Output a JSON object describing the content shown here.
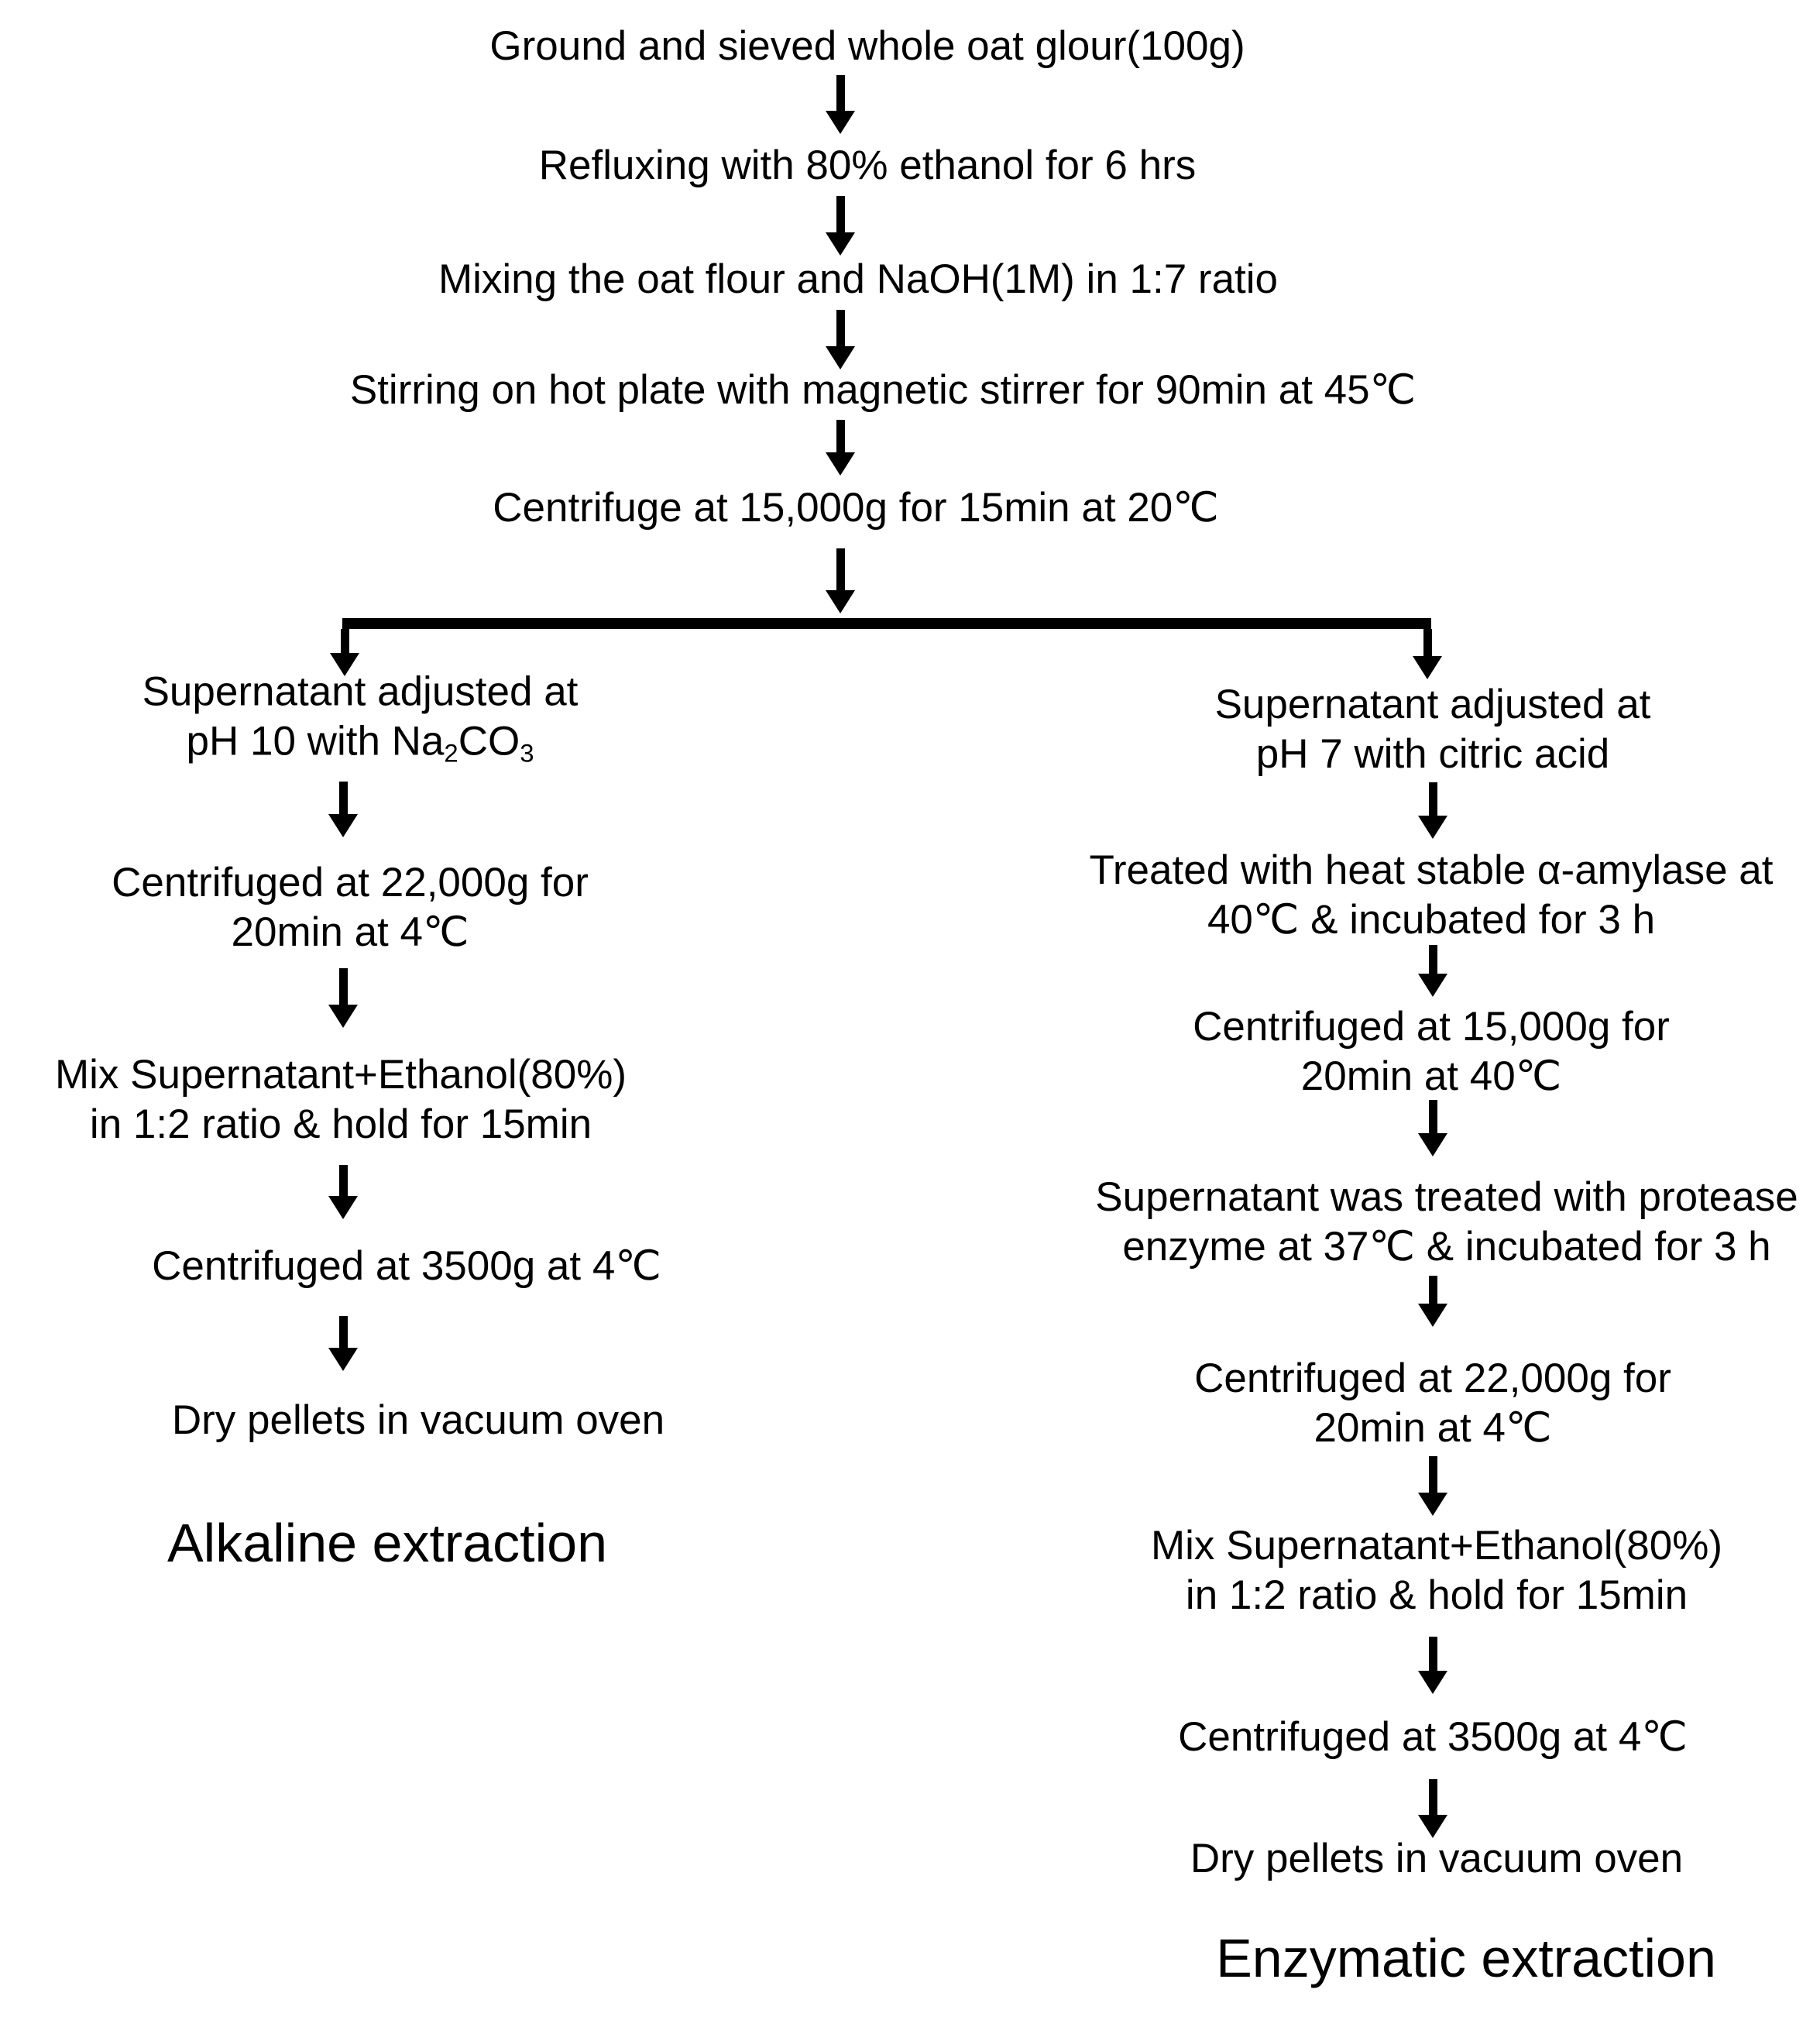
{
  "colors": {
    "ink": "#000000",
    "background": "#ffffff"
  },
  "flow": {
    "common": {
      "step1": "Ground and sieved whole oat glour(100g)",
      "step2": "Refluxing with 80% ethanol for 6 hrs",
      "step3": "Mixing the oat flour and NaOH(1M) in 1:7 ratio",
      "step4": "Stirring on hot plate with magnetic stirrer for 90min at 45℃",
      "step5": "Centrifuge at 15,000g for 15min at 20℃"
    },
    "alkaline": {
      "step1_line1": "Supernatant adjusted at",
      "step1_line2": {
        "p1": "pH 10 with Na",
        "s1": "2",
        "p2": "CO",
        "s2": "3"
      },
      "step2_line1": "Centrifuged at 22,000g for",
      "step2_line2": "20min at 4℃",
      "step3_line1": "Mix Supernatant+Ethanol(80%)",
      "step3_line2": "in 1:2 ratio & hold for 15min",
      "step4": "Centrifuged at 3500g at 4℃",
      "step5": "Dry pellets in vacuum oven",
      "title": "Alkaline extraction"
    },
    "enzymatic": {
      "step1_line1": "Supernatant adjusted at",
      "step1_line2": "pH 7 with citric acid",
      "step2_line1": "Treated with heat stable α-amylase at",
      "step2_line2": "40℃ & incubated for 3 h",
      "step3_line1": "Centrifuged at 15,000g for",
      "step3_line2": "20min  at 40℃",
      "step4_line1": "Supernatant was treated with protease",
      "step4_line2": "enzyme at 37℃ & incubated for 3 h",
      "step5_line1": "Centrifuged at 22,000g for",
      "step5_line2": "20min at 4℃",
      "step6_line1": "Mix Supernatant+Ethanol(80%)",
      "step6_line2": "in 1:2 ratio & hold for 15min",
      "step7": "Centrifuged at 3500g at 4℃",
      "step8": "Dry pellets in vacuum oven",
      "title": "Enzymatic extraction"
    }
  }
}
